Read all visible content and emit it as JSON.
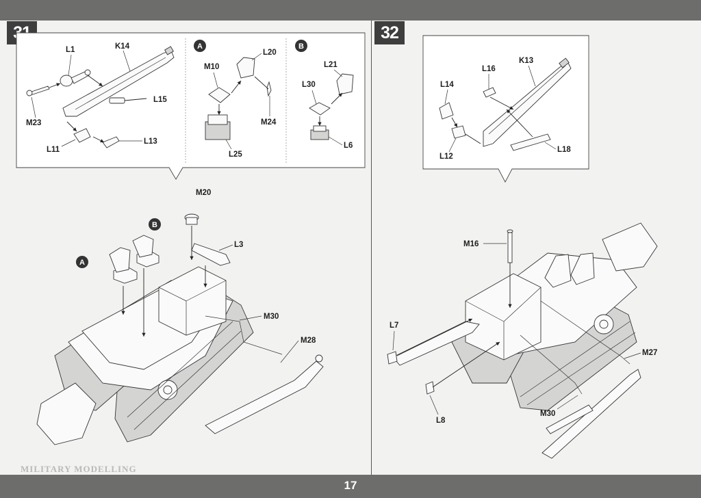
{
  "page": {
    "number": "17",
    "watermark": "MILITARY MODELLING"
  },
  "step31": {
    "number": "31",
    "subassembly_a": {
      "letter": "A",
      "parts": [
        "M10",
        "L20",
        "M24",
        "L25"
      ]
    },
    "subassembly_b": {
      "letter": "B",
      "parts": [
        "L21",
        "L30",
        "L6"
      ]
    },
    "arm_assembly": {
      "parts": [
        "L1",
        "K14",
        "L15",
        "M23",
        "L11",
        "L13"
      ]
    },
    "main_view": {
      "markers": [
        "A",
        "B"
      ],
      "parts": [
        "M20",
        "L3",
        "M30",
        "M28"
      ]
    }
  },
  "step32": {
    "number": "32",
    "arm_assembly": {
      "parts": [
        "L16",
        "K13",
        "L14",
        "L12",
        "L18"
      ]
    },
    "main_view": {
      "parts": [
        "M16",
        "L7",
        "L8",
        "M27",
        "M30"
      ]
    }
  }
}
